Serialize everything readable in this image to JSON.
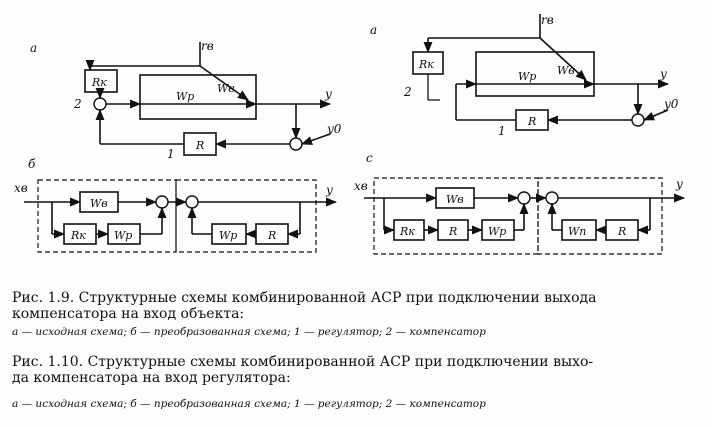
{
  "diagrams": {
    "panel_a_left": "a",
    "panel_b_left": "б",
    "panel_a_right": "a",
    "panel_b_right": "с",
    "label_rk": "Rк",
    "label_wv": "Wв",
    "label_wp": "Wр",
    "label_r": "R",
    "label_wn": "Wп",
    "signal_rv": "rв",
    "signal_y": "y",
    "signal_y0": "y0",
    "signal_xv": "xв",
    "num_1": "1",
    "num_2": "2"
  },
  "captions": {
    "fig19_title": "Рис. 1.9. Структурные схемы комбинированной АСР при подключении выхода",
    "fig19_title2": "компенсатора на вход объекта:",
    "fig19_legend": "а — исходная схема; б — преобразованная схема; 1 — регулятор; 2 — компенсатор",
    "fig110_title": "Рис. 1.10. Структурные схемы комбинированной АСР при подключении выхо-",
    "fig110_title2": "да компенсатора на вход регулятора:",
    "fig110_legend": "а — исходная схема; б — преобразованная схема; 1 — регулятор; 2 — компенсатор"
  }
}
